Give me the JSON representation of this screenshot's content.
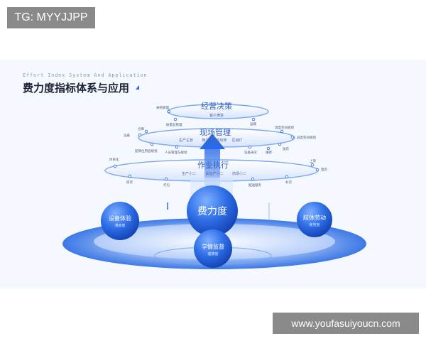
{
  "watermark_tag": "TG: MYYJJPP",
  "watermark_url": "www.youfasuiyoucn.com",
  "header": {
    "subtitle": "Effort Index System And Application",
    "title": "费力度指标体系与应用"
  },
  "tiers": {
    "top": {
      "label": "经营决策",
      "sub": "客户满意"
    },
    "middle": {
      "label": "现场管理",
      "items": [
        "生产主管",
        "降温空间规划师",
        "区域IT"
      ]
    },
    "bottom": {
      "label": "作业执行",
      "items": [
        "生产小二",
        "采运产小二",
        "前场小二"
      ]
    }
  },
  "circles": {
    "center": {
      "label": "费力度"
    },
    "left": {
      "label": "设备体验",
      "sub": "满意度"
    },
    "right": {
      "label": "肢体劳动",
      "sub": "疲劳度"
    },
    "bottom": {
      "label": "学情监督",
      "sub": "健康度"
    }
  },
  "annotations": {
    "top_left_1": "采购管理",
    "top_left_2": "质量品管理",
    "top_right": "运输",
    "mid_left_1": "设备",
    "mid_left_2": "仓库",
    "mid_left_3": "促销位用品规划",
    "mid_left_4": "人员管理与规划",
    "mid_right_1": "温度空间规划",
    "mid_right_2": "品类空间规划",
    "mid_right_3": "加店",
    "mid_right_4": "设备采买",
    "mid_right_5": "维修",
    "low_left_1": "体系化",
    "low_left_2": "拣货",
    "low_left_3": "打包",
    "low_right_1": "上架",
    "low_right_2": "理货",
    "low_right_3": "配送服务",
    "low_right_4": "补货"
  },
  "colors": {
    "primary": "#2563eb",
    "light": "#cfe0ff",
    "ring": "#7aa7f0"
  }
}
